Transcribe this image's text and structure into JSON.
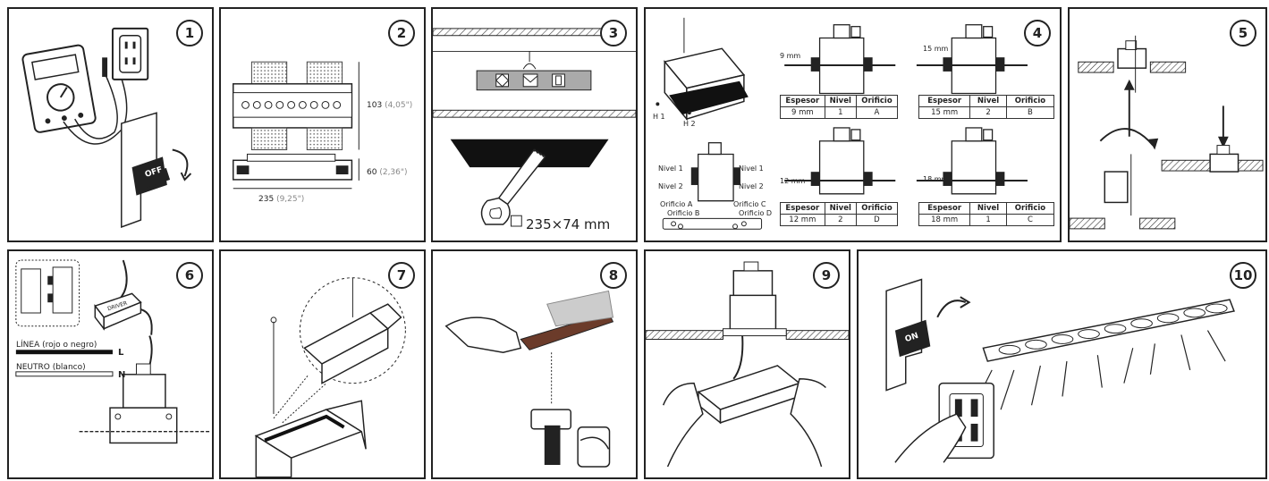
{
  "steps": [
    "1",
    "2",
    "3",
    "4",
    "5",
    "6",
    "7",
    "8",
    "9",
    "10"
  ],
  "panel1": {
    "switch_label": "OFF"
  },
  "panel2": {
    "height_mm": "103",
    "height_in": "(4,05\")",
    "depth_mm": "60",
    "depth_in": "(2,36\")",
    "width_mm": "235",
    "width_in": "(9,25\")"
  },
  "panel3": {
    "cutout": "235×74 mm"
  },
  "panel4": {
    "h1": "H 1",
    "h2": "H 2",
    "measure_9": "9 mm",
    "measure_15": "15 mm",
    "measure_12": "12 mm",
    "measure_18": "18 mm",
    "nivel1": "Nivel 1",
    "nivel2": "Nivel 2",
    "orificio_a": "Orificio A",
    "orificio_b": "Orificio B",
    "orificio_c": "Orificio C",
    "orificio_d": "Orificio D",
    "headers": [
      "Espesor",
      "Nivel",
      "Orificio"
    ],
    "tables": [
      [
        "9 mm",
        "1",
        "A"
      ],
      [
        "15 mm",
        "2",
        "B"
      ],
      [
        "12 mm",
        "2",
        "D"
      ],
      [
        "18 mm",
        "1",
        "C"
      ]
    ]
  },
  "panel6": {
    "driver": "DRIVER",
    "linea": "LÍNEA (rojo o negro)",
    "l": "L",
    "neutro": "NEUTRO (blanco)",
    "n": "N"
  },
  "panel10": {
    "switch_label": "ON"
  }
}
